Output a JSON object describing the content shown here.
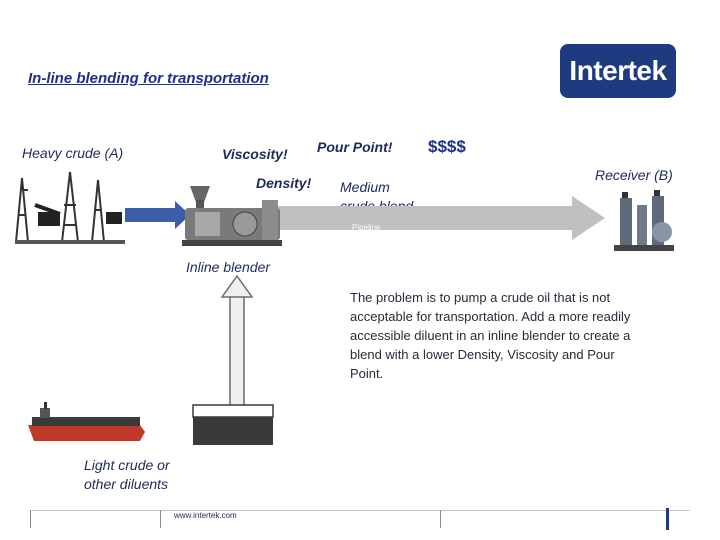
{
  "title": "In-line blending for transportation",
  "brand": {
    "logo_text": "Intertek",
    "logo_color": "#1d3b7e"
  },
  "labels": {
    "heavy_crude": "Heavy crude (A)",
    "viscosity": "Viscosity!",
    "pour_point": "Pour Point!",
    "money": "$$$$",
    "density": "Density!",
    "medium_blend_line1": "Medium",
    "medium_blend_line2": "crude blend",
    "receiver": "Receiver  (B)",
    "pipeline": "Pipeline",
    "inline_blender": "Inline blender",
    "light_crude_line1": "Light crude or",
    "light_crude_line2": "other diluents"
  },
  "description": "The problem is to pump a crude oil that is not acceptable for transportation. Add a more readily accessible diluent in an inline blender to create a blend with a lower Density, Viscosity and Pour Point.",
  "footer": {
    "url": "www.intertek.com"
  },
  "icons": [
    "oil-field-icon",
    "blender-machine-icon",
    "refinery-icon",
    "tanker-ship-icon",
    "storage-tank-icon"
  ],
  "colors": {
    "pipeline": "#c0c0c0",
    "arrow_blue": "#3a5fa8",
    "title": "#1e2f8c"
  }
}
